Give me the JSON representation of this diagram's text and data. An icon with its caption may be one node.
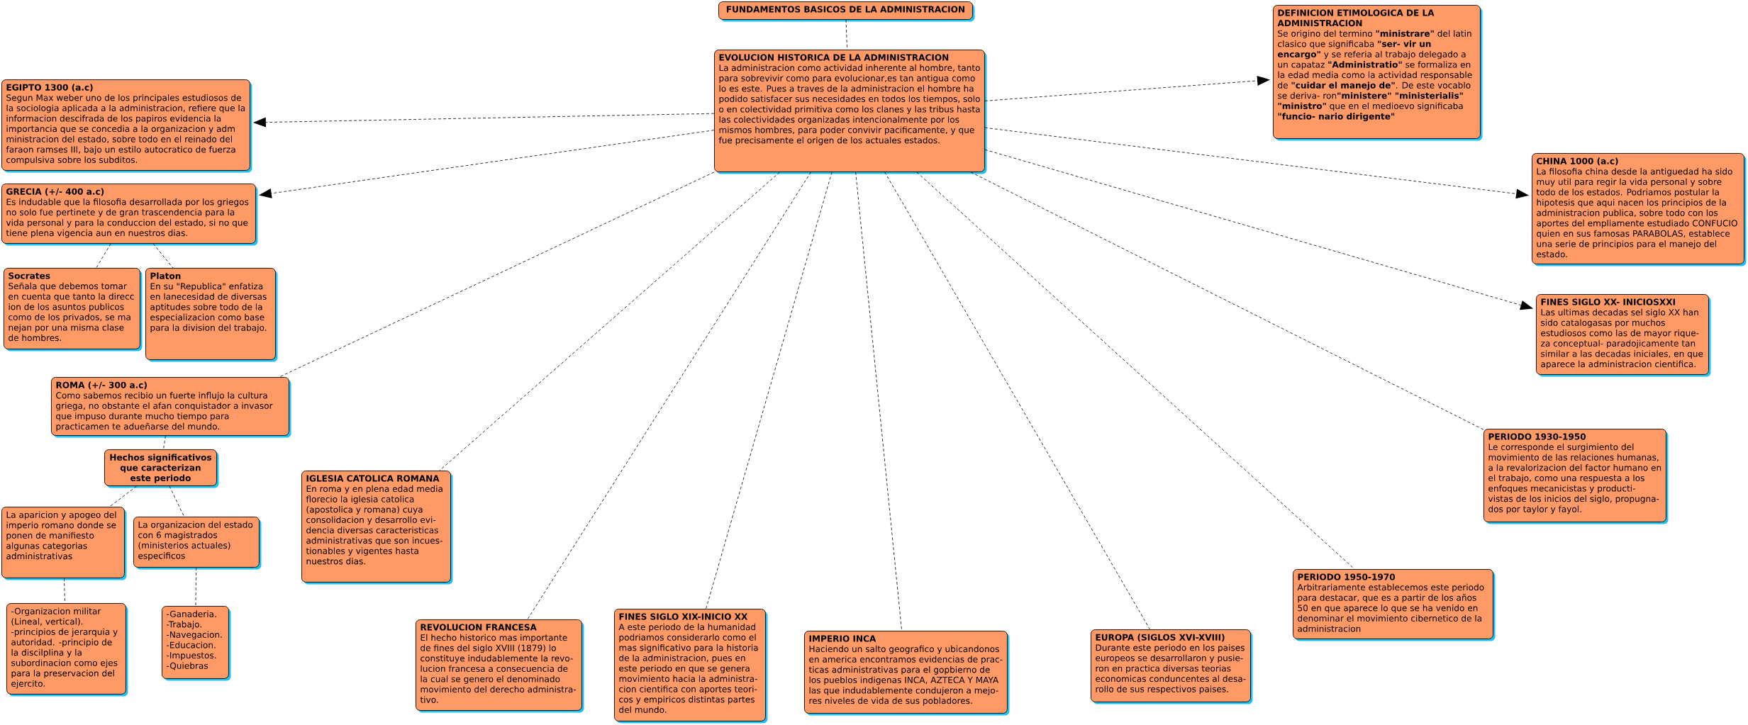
{
  "diagram": {
    "nodes": [
      {
        "text": [
          "FUNDAMENTOS BASICOS DE LA ADMINISTRACION"
        ]
      },
      {
        "text": [
          "EVOLUCION HISTORICA DE LA ADMINISTRACION",
          "La administracion como actividad inherente al hombre, tanto para sobrevivir como para evolucionar,es tan antigua como lo es este. Pues a traves de la administracion el hombre ha podido satisfacer sus necesidades en todos los tiempos, solo o en colectividad primitiva como los clanes y las tribus hasta las colectividades organizadas intencionalmente por los mismos hombres, para poder convivir pacificamente, y que fue precisamente el origen de los actuales estados."
        ]
      },
      {
        "text": [
          "DEFINICION ETIMOLOGICA DE LA ADMINISTRACION",
          "Se origino del termino **\"ministrare\"** del latin clasico que significaba **\"ser- vir un encargo\"** y se referia al trabajo delegado a un capataz **\"Administratio\"** se formaliza en la edad media como la actividad responsable de **\"cuidar el manejo de\"**. De este vocablo se deriva- ron**\"ministere\" \"ministerialis\" \"ministro\"** que en el medioevo significaba **\"funcio- nario dirigente\"**"
        ]
      },
      {
        "text": [
          "EGIPTO 1300 (a.c)",
          "Segun Max weber uno de los principales estudiosos de la sociologia aplicada a la administracion, refiere que la informacion descifrada de los papiros evidencia la importancia que se concedia a la organizacion y adm ministracion del estado, sobre todo en el reinado del faraon ramses III, bajo un estilo autocratico de fuerza compulsiva sobre los subditos."
        ]
      },
      {
        "text": [
          "GRECIA (+/- 400 a.c)",
          "Es indudable que la filosofia desarrollada por los griegos no solo fue pertinete y de gran trascendencia para la vida personal y para la conduccion del estado, si no que tiene plena vigencia aun en nuestros dias."
        ]
      },
      {
        "text": [
          "Socrates",
          "Señala que debemos tomar en cuenta que tanto la direcc ion de los asuntos publicos como de los privados, se ma nejan por una misma clase de hombres."
        ]
      },
      {
        "text": [
          "Platon",
          "En su \"Republica\" enfatiza en lanecesidad de diversas aptitudes sobre todo de la especializacion como base para la division del trabajo."
        ]
      },
      {
        "text": [
          "CHINA 1000 (a.c)",
          "La filosofia china desde la antiguedad ha sido muy util para regir la vida personal y sobre todo de los estados. Podriamos postular la hipotesis que aqui nacen los principios de la administracion publica, sobre todo con los aportes del empliamente estudiado CONFUCIO quien en sus famosas PARABOLAS, establece una serie de principios para el manejo del estado."
        ]
      },
      {
        "text": [
          "FINES SIGLO XX- INICIOSXXI",
          "Las ultimas decadas sel siglo XX han sido catalogasas por muchos estudiosos como las de mayor rique- za conceptual- paradojicamente tan similar a las decadas iniciales, en que aparece la administracion cientifica."
        ]
      },
      {
        "text": [
          "ROMA (+/- 300 a.c)",
          "Como sabemos recibio un fuerte influjo la cultura griega, no obstante el afan conquistador a invasor que impuso durante mucho tiempo para practicamen te adueñarse del mundo."
        ]
      },
      {
        "text": [
          "Hechos significativos que caracterizan este periodo"
        ]
      },
      {
        "text": [
          "La aparicion y apogeo del imperio romano donde se ponen de manifiesto algunas categorias administrativas"
        ]
      },
      {
        "text": [
          "La organizacion del estado con 6 magistrados (ministerios actuales) especificos"
        ]
      },
      {
        "text": [
          "-Organizacion militar (Lineal, vertical). -principios de jerarquia y autoridad. -principio de la discilplina y la subordinacion como ejes para la preservacion del ejercito."
        ]
      },
      {
        "text": [
          "-Ganaderia. -Trabajo. -Navegacion. -Educacion. -Impuestos. -Quiebras"
        ]
      },
      {
        "text": [
          "IGLESIA CATOLICA ROMANA",
          "En roma y en plena edad media florecio la iglesia catolica (apostolica y romana) cuya consolidacion y desarrollo evi- dencia diversas caracteristicas administrativas que son incues- tionables y vigentes hasta nuestros dias."
        ]
      },
      {
        "text": [
          "REVOLUCION FRANCESA",
          "El hecho historico mas importante de fines del siglo XVIII (1879) lo constituye indudablemente la revo- lucion francesa a consecuencia de la cual se genero el denominado movimiento del derecho administra- tivo."
        ]
      },
      {
        "text": [
          "FINES SIGLO XIX-INICIO XX",
          "A este periodo de la humanidad podriamos considerarlo como el mas significativo para la historia de la administracion, pues en este periodo en que se genera movimiento hacia la administra- cion cientifica con aportes teori- cos y empiricos distintas partes del mundo."
        ]
      },
      {
        "text": [
          "IMPERIO INCA",
          "Haciendo un salto geografico y ubicandonos en america encontramos evidencias de prac- ticas administrativas para el gopbierno de los pueblos indigenas INCA, AZTECA Y MAYA las que indudablemente condujeron a mejo- res niveles de vida de sus pobladores."
        ]
      },
      {
        "text": [
          "EUROPA (SIGLOS XVI-XVIII)",
          "Durante este periodo en los paises europeos se desarrollaron y pusie- ron en practica diversas teorias economicas conduncentes al desa- rollo de sus respectivos paises."
        ]
      },
      {
        "text": [
          "PERIODO 1950-1970",
          "Arbitrariamente establecemos este periodo para destacar, que es a partir de los años 50 en que aparece lo que se ha venido en denominar el movimiento cibernetico de la administracion"
        ]
      },
      {
        "text": [
          "PERIODO 1930-1950",
          "Le corresponde el surgimiento del movimiento de las relaciones humanas, a la revalorizacion del factor humano en el trabajo, como una respuesta a los enfoques mecanicistas y producti- vistas de los inicios del siglo, propugna- dos por taylor y fayol."
        ]
      }
    ],
    "edges": [
      {
        "from": 0,
        "to": 1,
        "arrow": "none"
      },
      {
        "from": 1,
        "to": 2,
        "arrow": "to"
      },
      {
        "from": 1,
        "to": 3,
        "arrow": "to"
      },
      {
        "from": 1,
        "to": 4,
        "arrow": "to"
      },
      {
        "from": 1,
        "to": 7,
        "arrow": "to"
      },
      {
        "from": 1,
        "to": 8,
        "arrow": "to"
      },
      {
        "from": 1,
        "to": 9,
        "arrow": "none"
      },
      {
        "from": 1,
        "to": 15,
        "arrow": "none"
      },
      {
        "from": 1,
        "to": 16,
        "arrow": "none"
      },
      {
        "from": 1,
        "to": 17,
        "arrow": "none"
      },
      {
        "from": 1,
        "to": 18,
        "arrow": "none"
      },
      {
        "from": 1,
        "to": 19,
        "arrow": "none"
      },
      {
        "from": 1,
        "to": 20,
        "arrow": "none"
      },
      {
        "from": 1,
        "to": 21,
        "arrow": "none"
      },
      {
        "from": 4,
        "to": 5,
        "arrow": "none"
      },
      {
        "from": 4,
        "to": 6,
        "arrow": "none"
      },
      {
        "from": 9,
        "to": 10,
        "arrow": "none"
      },
      {
        "from": 10,
        "to": 11,
        "arrow": "none"
      },
      {
        "from": 10,
        "to": 12,
        "arrow": "none"
      },
      {
        "from": 11,
        "to": 13,
        "arrow": "none"
      },
      {
        "from": 12,
        "to": 14,
        "arrow": "none"
      }
    ]
  }
}
